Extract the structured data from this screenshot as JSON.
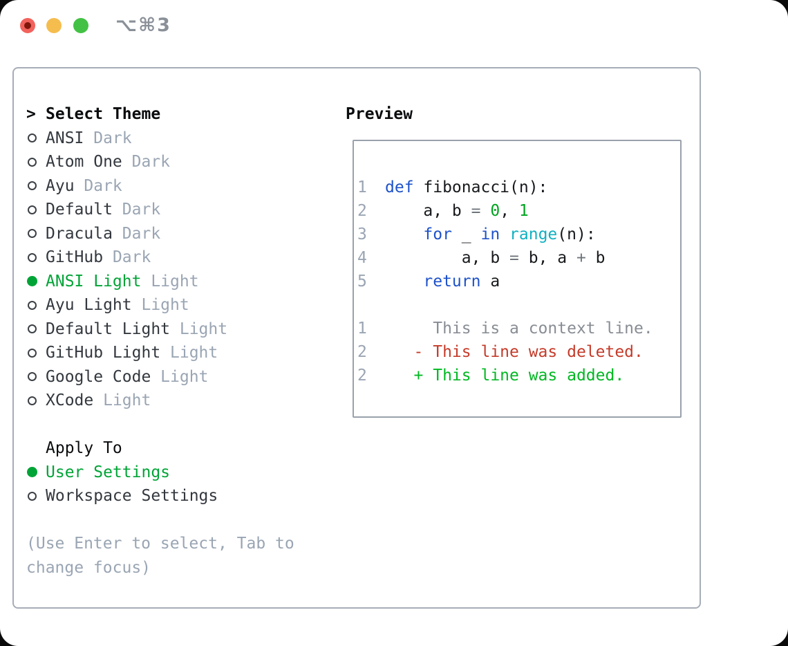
{
  "window": {
    "shortcut": "⌥⌘3"
  },
  "theme_panel": {
    "header": {
      "prefix": ">",
      "label": "Select Theme"
    },
    "items": [
      {
        "name": "ANSI",
        "variant": "Dark",
        "selected": false
      },
      {
        "name": "Atom One",
        "variant": "Dark",
        "selected": false
      },
      {
        "name": "Ayu",
        "variant": "Dark",
        "selected": false
      },
      {
        "name": "Default",
        "variant": "Dark",
        "selected": false
      },
      {
        "name": "Dracula",
        "variant": "Dark",
        "selected": false
      },
      {
        "name": "GitHub",
        "variant": "Dark",
        "selected": false
      },
      {
        "name": "ANSI Light",
        "variant": "Light",
        "selected": true
      },
      {
        "name": "Ayu Light",
        "variant": "Light",
        "selected": false
      },
      {
        "name": "Default Light",
        "variant": "Light",
        "selected": false
      },
      {
        "name": "GitHub Light",
        "variant": "Light",
        "selected": false
      },
      {
        "name": "Google Code",
        "variant": "Light",
        "selected": false
      },
      {
        "name": "XCode",
        "variant": "Light",
        "selected": false
      }
    ],
    "apply_to": {
      "header": "Apply To",
      "options": [
        {
          "label": "User Settings",
          "selected": true
        },
        {
          "label": "Workspace Settings",
          "selected": false
        }
      ]
    },
    "help_lines": [
      "(Use Enter to select, Tab to",
      "change focus)"
    ]
  },
  "preview": {
    "header": "Preview",
    "code_lines": [
      {
        "num": "1",
        "tokens": [
          [
            "kw",
            "def"
          ],
          [
            "plain",
            " fibonacci(n):"
          ]
        ]
      },
      {
        "num": "2",
        "tokens": [
          [
            "plain",
            "    a, b "
          ],
          [
            "op",
            "="
          ],
          [
            "plain",
            " "
          ],
          [
            "num",
            "0"
          ],
          [
            "plain",
            ", "
          ],
          [
            "num",
            "1"
          ]
        ]
      },
      {
        "num": "3",
        "tokens": [
          [
            "plain",
            "    "
          ],
          [
            "kw",
            "for"
          ],
          [
            "plain",
            " _ "
          ],
          [
            "kw",
            "in"
          ],
          [
            "plain",
            " "
          ],
          [
            "builtin",
            "range"
          ],
          [
            "plain",
            "(n):"
          ]
        ]
      },
      {
        "num": "4",
        "tokens": [
          [
            "plain",
            "        a, b "
          ],
          [
            "op",
            "="
          ],
          [
            "plain",
            " b, a "
          ],
          [
            "op",
            "+"
          ],
          [
            "plain",
            " b"
          ]
        ]
      },
      {
        "num": "5",
        "tokens": [
          [
            "plain",
            "    "
          ],
          [
            "kw",
            "return"
          ],
          [
            "plain",
            " a"
          ]
        ]
      }
    ],
    "diff_lines": [
      {
        "num": "1",
        "kind": "ctx",
        "text": "     This is a context line."
      },
      {
        "num": "2",
        "kind": "del",
        "text": "   - This line was deleted."
      },
      {
        "num": "2",
        "kind": "add",
        "text": "   + This line was added."
      }
    ]
  },
  "colors": {
    "accent_green": "#00a436",
    "keyword_blue": "#1e52c9",
    "builtin_cyan": "#10b0c1",
    "number_green": "#00a31f",
    "operator_gray": "#6e747b",
    "diff_deleted_red": "#c43b2a",
    "diff_added_green": "#00b822",
    "diff_context_gray": "#888d94",
    "muted_gray": "#9aa5b3",
    "text_dark": "#33383e",
    "traffic_red": "#f2625c",
    "traffic_yellow": "#f5bd4e",
    "traffic_green": "#43c144"
  }
}
